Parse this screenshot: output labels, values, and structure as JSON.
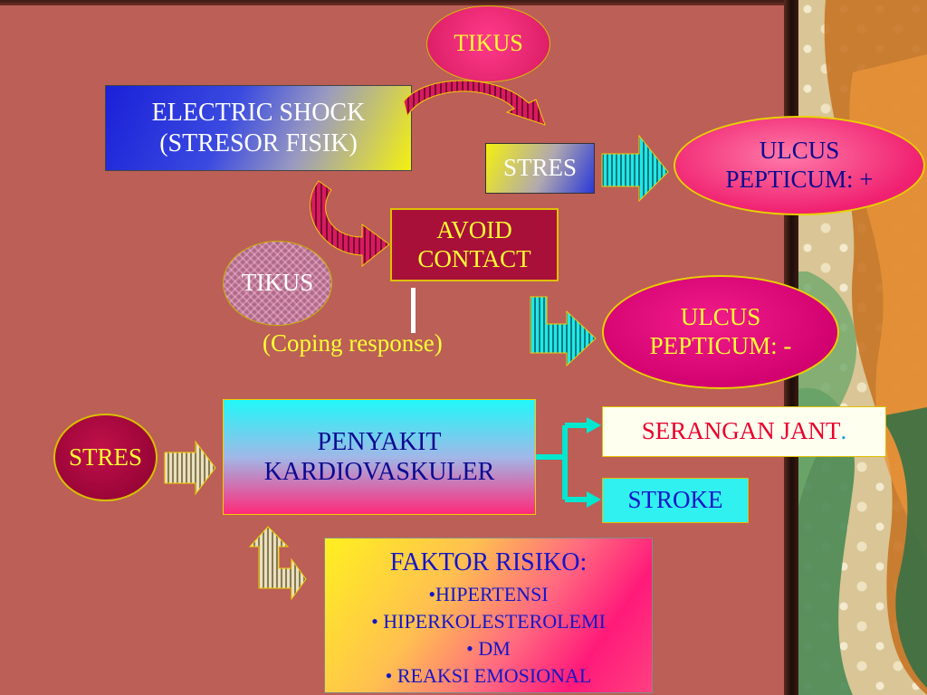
{
  "nodes": {
    "tikus_top": "TIKUS",
    "electric_shock_line1": "ELECTRIC SHOCK",
    "electric_shock_line2": "(STRESOR FISIK)",
    "stres_top": "STRES",
    "ulcus_pos_line1": "ULCUS",
    "ulcus_pos_line2": "PEPTICUM: +",
    "avoid_line1": "AVOID",
    "avoid_line2": "CONTACT",
    "tikus_mid": "TIKUS",
    "coping": "(Coping response)",
    "ulcus_neg_line1": "ULCUS",
    "ulcus_neg_line2": "PEPTICUM: -",
    "stres_bottom": "STRES",
    "penyakit_line1": "PENYAKIT",
    "penyakit_line2": "KARDIOVASKULER",
    "serangan": "SERANGAN JANT",
    "serangan_dot": ".",
    "stroke": "STROKE",
    "faktor_title": "FAKTOR RISIKO:",
    "faktor_items": [
      "•HIPERTENSI",
      "• HIPERKOLESTEROLEMI",
      "• DM",
      "• REAKSI EMOSIONAL"
    ]
  },
  "colors": {
    "background": "#bb5f57",
    "ellipse_pink": "#e8246e",
    "ellipse_magenta": "#e0007a",
    "arrow_cyan": "#22e0e0",
    "arrow_magenta": "#cc1a5a",
    "connector": "#00e5d0"
  }
}
